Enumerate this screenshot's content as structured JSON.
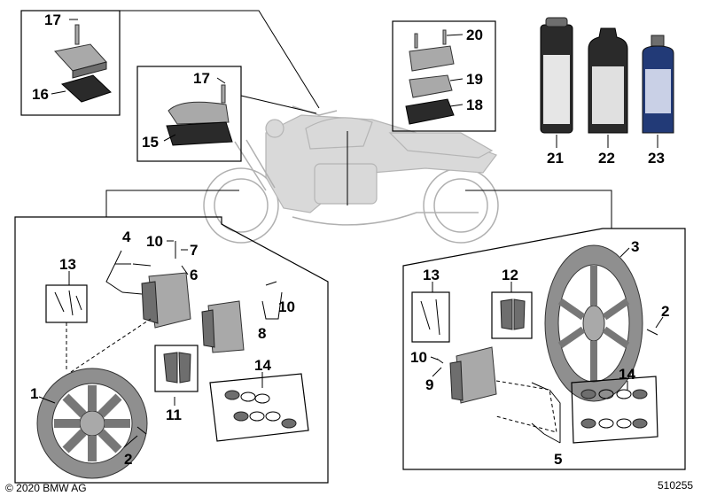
{
  "labels": {
    "p1": "1",
    "p2a": "2",
    "p2b": "2",
    "p3": "3",
    "p4": "4",
    "p5": "5",
    "p6": "6",
    "p7": "7",
    "p8": "8",
    "p9": "9",
    "p10a": "10",
    "p10b": "10",
    "p10c": "10",
    "p11": "11",
    "p12": "12",
    "p13a": "13",
    "p13b": "13",
    "p14a": "14",
    "p14b": "14",
    "p15": "15",
    "p16": "16",
    "p17a": "17",
    "p17b": "17",
    "p18": "18",
    "p19": "19",
    "p20": "20",
    "p21": "21",
    "p22": "22",
    "p23": "23"
  },
  "footer": {
    "copyright": "© 2020 BMW AG",
    "diagram_number": "510255"
  }
}
